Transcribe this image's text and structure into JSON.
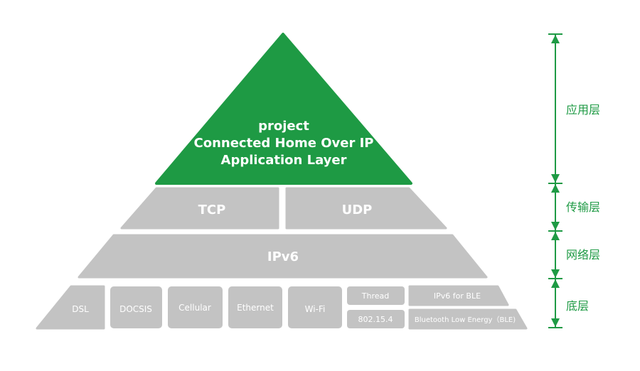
{
  "application": {
    "line1": "project",
    "line2": "Connected Home Over IP",
    "line3": "Application Layer"
  },
  "transport": {
    "tcp": "TCP",
    "udp": "UDP"
  },
  "network": {
    "ipv6": "IPv6"
  },
  "physical": {
    "dsl": "DSL",
    "docsis": "DOCSIS",
    "cellular": "Cellular",
    "ethernet": "Ethernet",
    "wifi": "Wi-Fi",
    "thread": "Thread",
    "ieee802154": "802.15.4",
    "ipv6_ble": "IPv6 for BLE",
    "ble": "Bluetooth Low Energy（BLE)"
  },
  "layers": {
    "application": "应用层",
    "transport": "传输层",
    "network": "网络层",
    "physical": "底层"
  },
  "colors": {
    "green": "#1e9a44",
    "gray": "#c3c3c3",
    "white": "#ffffff"
  }
}
